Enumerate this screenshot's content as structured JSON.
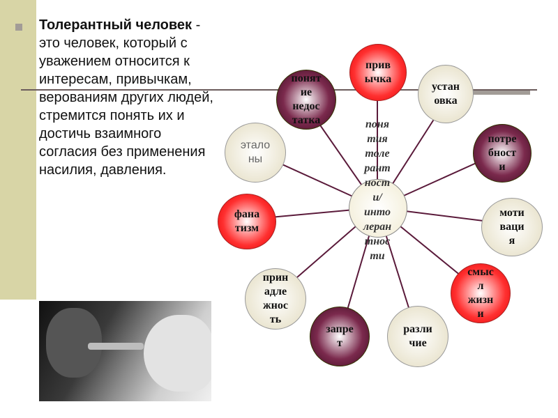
{
  "text": {
    "title_bold": "Толерантный человек",
    "body": " - это человек, который с уважением относится к интересам, привычкам, верованиям других людей, стремится понять их и достичь взаимного согласия без применения насилия, давления."
  },
  "diagram": {
    "center": "поня\nтия\nтоле\nрант\nност\nи/\nинто\nлеран\nтнос\nти",
    "nodes": [
      {
        "key": "privychka",
        "label": "прив\nычка"
      },
      {
        "key": "ustanovka",
        "label": "устан\nовка"
      },
      {
        "key": "potrebnosti",
        "label": "потре\nбност\nи"
      },
      {
        "key": "motivaciya",
        "label": "моти\nваци\nя"
      },
      {
        "key": "smysl",
        "label": "смыс\nл\nжизн\nи"
      },
      {
        "key": "razlichie",
        "label": "разли\nчие"
      },
      {
        "key": "zapret",
        "label": "запре\nт"
      },
      {
        "key": "prinadlezhnost",
        "label": "прин\nадле\nжнос\nть"
      },
      {
        "key": "fanatizm",
        "label": "фана\nтизм"
      },
      {
        "key": "etalony",
        "label": "этало\nны"
      },
      {
        "key": "ponyatie",
        "label": "понят\nие\nнедос\nтатка"
      }
    ]
  }
}
